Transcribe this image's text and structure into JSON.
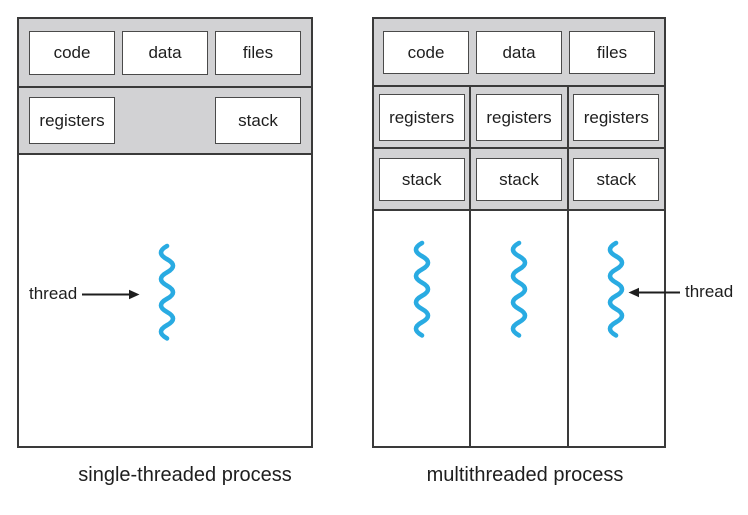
{
  "colors": {
    "thread_blue": "#29abe2",
    "section_gray": "#d2d2d4",
    "border_dark": "#3a3a3a",
    "arrow_black": "#1e1e1e"
  },
  "left_process": {
    "caption": "single-threaded process",
    "resources": [
      "code",
      "data",
      "files"
    ],
    "registers_label": "registers",
    "stack_label": "stack",
    "thread_label": "thread"
  },
  "right_process": {
    "caption": "multithreaded process",
    "resources": [
      "code",
      "data",
      "files"
    ],
    "columns": [
      {
        "registers_label": "registers",
        "stack_label": "stack"
      },
      {
        "registers_label": "registers",
        "stack_label": "stack"
      },
      {
        "registers_label": "registers",
        "stack_label": "stack"
      }
    ],
    "thread_label": "thread"
  }
}
